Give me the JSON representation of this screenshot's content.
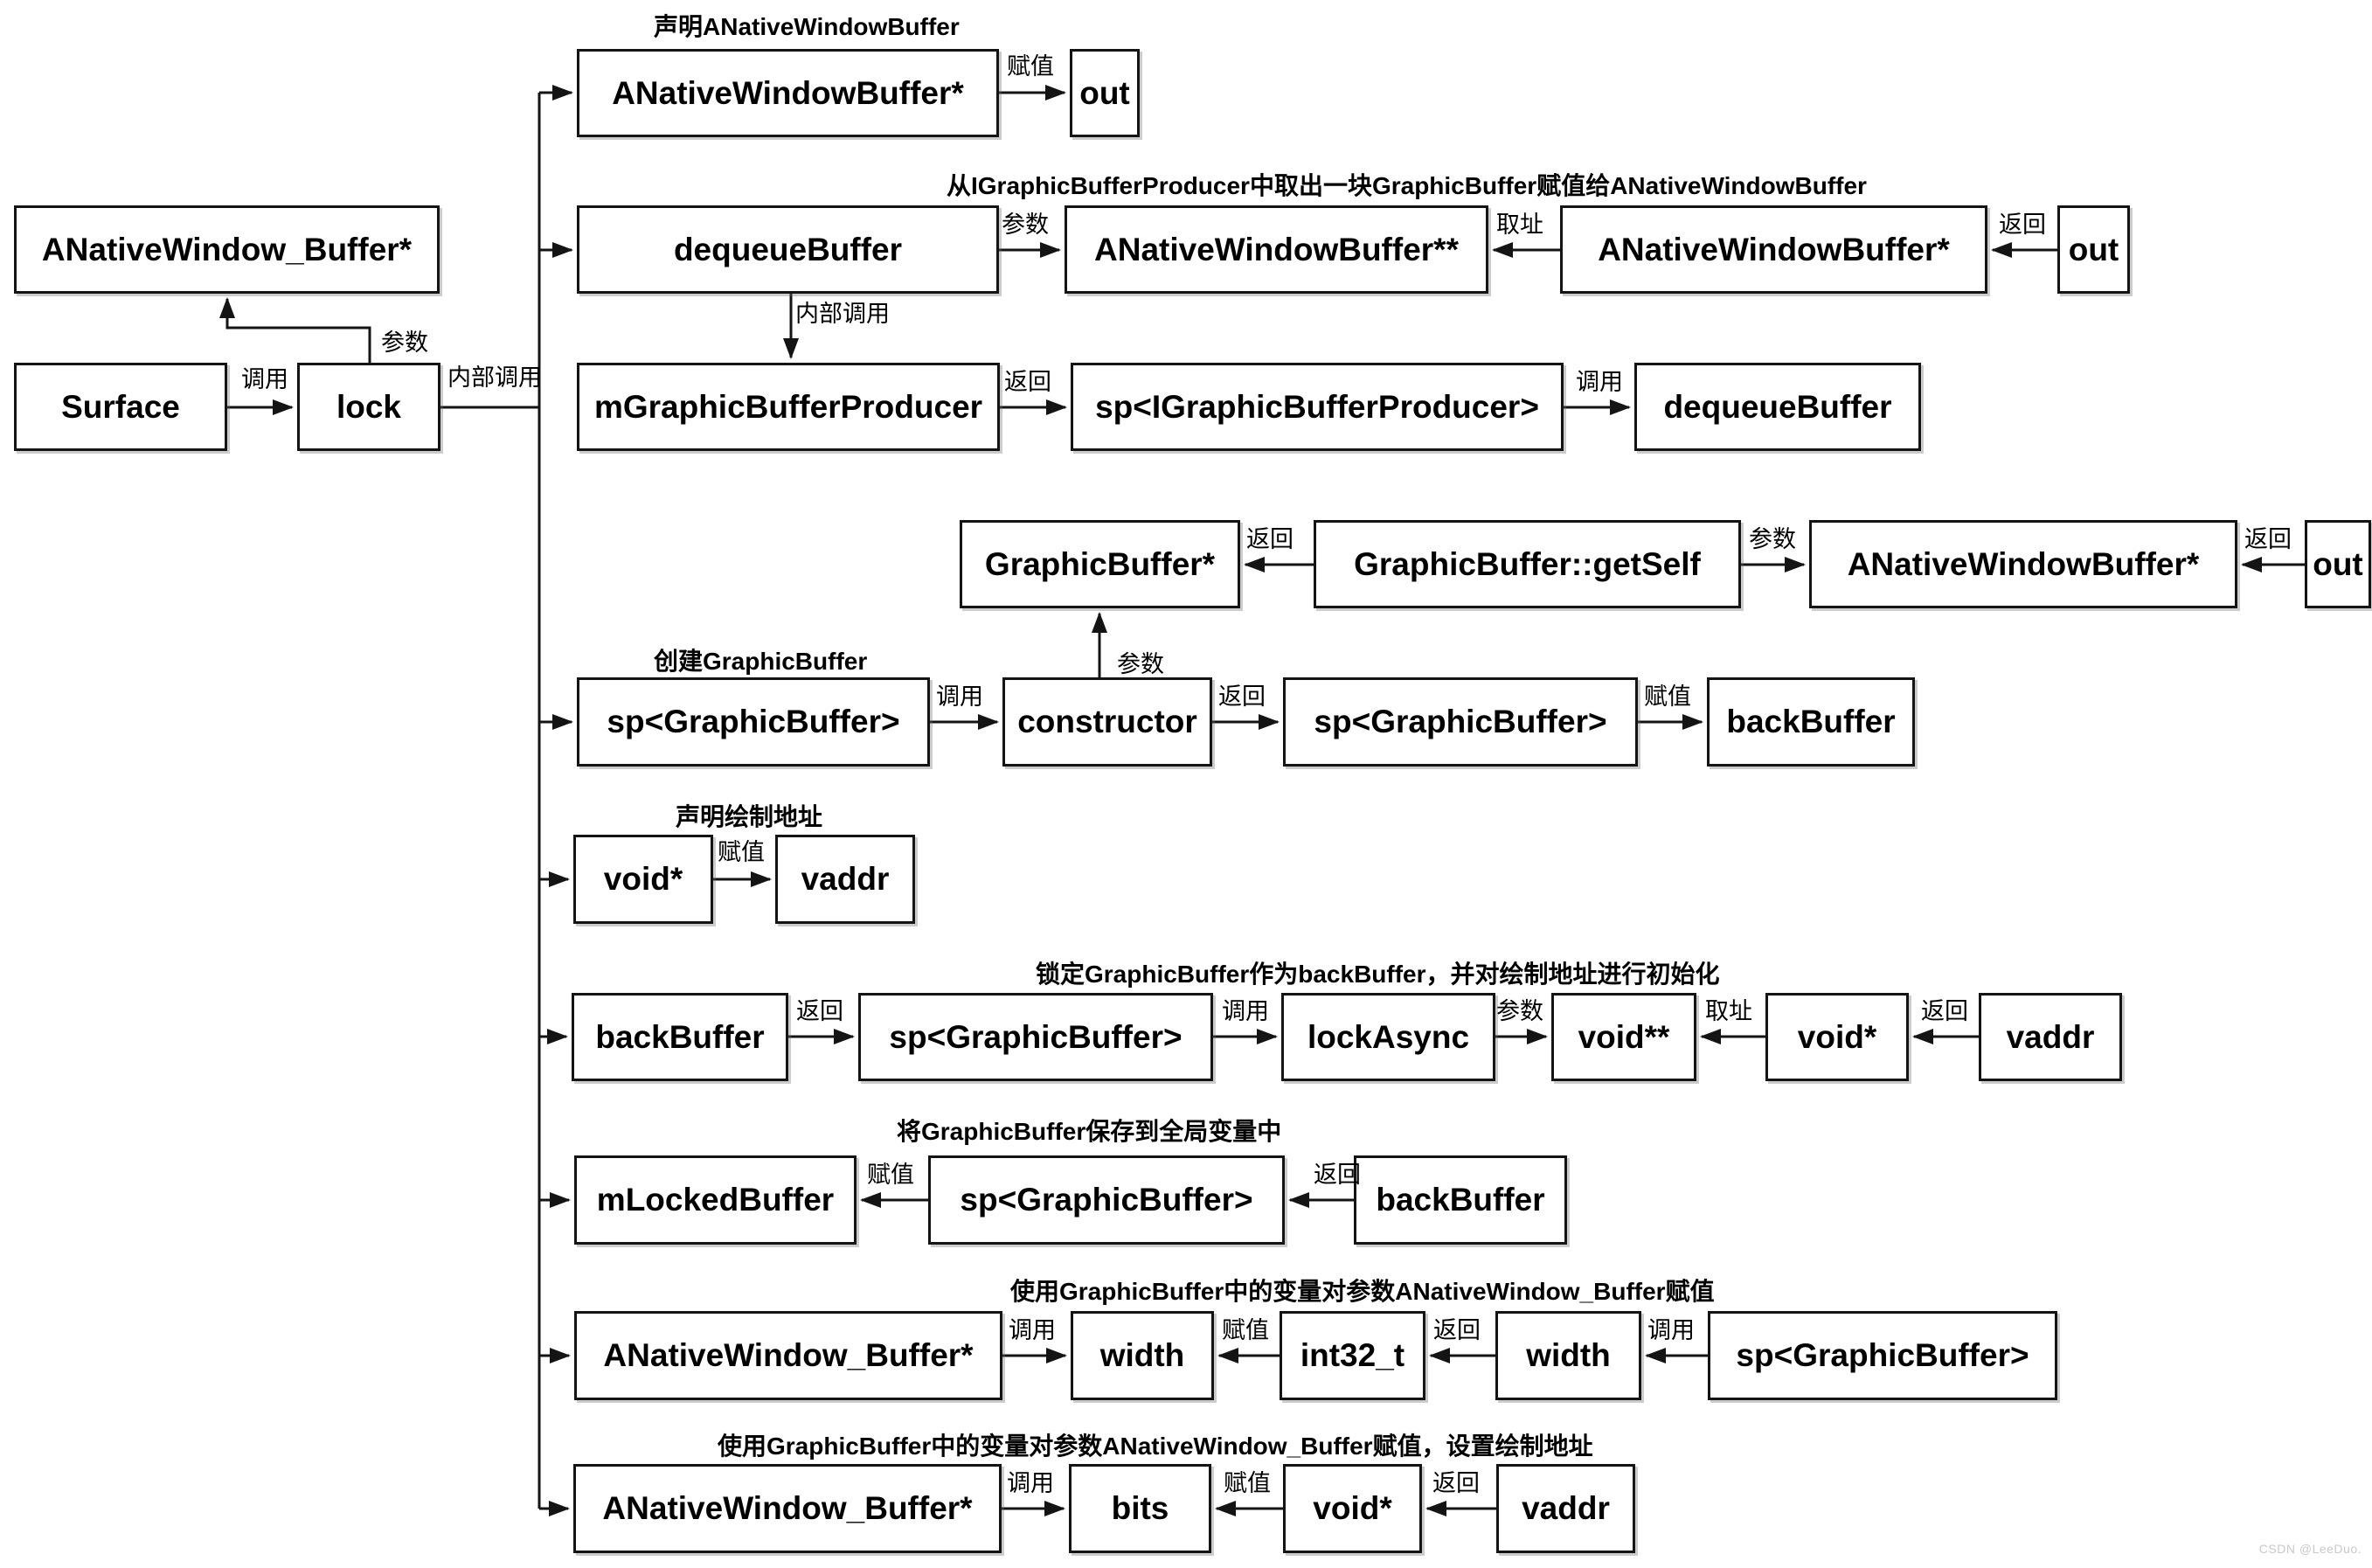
{
  "left": {
    "buffer_box": "ANativeWindow_Buffer*",
    "surface_box": "Surface",
    "lock_box": "lock",
    "call_label": "调用",
    "param_label": "参数",
    "internal_call_label": "内部调用"
  },
  "rows": [
    {
      "annotation": "声明ANativeWindowBuffer",
      "boxes": [
        "ANativeWindowBuffer*",
        "out"
      ],
      "labels": [
        "赋值"
      ]
    },
    {
      "annotation": "从IGraphicBufferProducer中取出一块GraphicBuffer赋值给ANativeWindowBuffer",
      "boxes": [
        "dequeueBuffer",
        "ANativeWindowBuffer**",
        "ANativeWindowBuffer*",
        "out"
      ],
      "labels": [
        "参数",
        "取址",
        "返回"
      ]
    },
    {
      "boxes": [
        "mGraphicBufferProducer",
        "sp<IGraphicBufferProducer>",
        "dequeueBuffer"
      ],
      "labels": [
        "内部调用",
        "返回",
        "调用"
      ]
    },
    {
      "boxes": [
        "GraphicBuffer*",
        "GraphicBuffer::getSelf",
        "ANativeWindowBuffer*",
        "out"
      ],
      "labels": [
        "返回",
        "参数",
        "返回"
      ]
    },
    {
      "annotation": "创建GraphicBuffer",
      "boxes": [
        "sp<GraphicBuffer>",
        "constructor",
        "sp<GraphicBuffer>",
        "backBuffer"
      ],
      "labels": [
        "调用",
        "返回",
        "赋值",
        "参数"
      ]
    },
    {
      "annotation": "声明绘制地址",
      "boxes": [
        "void*",
        "vaddr"
      ],
      "labels": [
        "赋值"
      ]
    },
    {
      "annotation": "锁定GraphicBuffer作为backBuffer，并对绘制地址进行初始化",
      "boxes": [
        "backBuffer",
        "sp<GraphicBuffer>",
        "lockAsync",
        "void**",
        "void*",
        "vaddr"
      ],
      "labels": [
        "返回",
        "调用",
        "参数",
        "取址",
        "返回"
      ]
    },
    {
      "annotation": "将GraphicBuffer保存到全局变量中",
      "boxes": [
        "mLockedBuffer",
        "sp<GraphicBuffer>",
        "backBuffer"
      ],
      "labels": [
        "赋值",
        "返回"
      ]
    },
    {
      "annotation": "使用GraphicBuffer中的变量对参数ANativeWindow_Buffer赋值",
      "boxes": [
        "ANativeWindow_Buffer*",
        "width",
        "int32_t",
        "width",
        "sp<GraphicBuffer>"
      ],
      "labels": [
        "调用",
        "赋值",
        "返回",
        "调用"
      ]
    },
    {
      "annotation": "使用GraphicBuffer中的变量对参数ANativeWindow_Buffer赋值，设置绘制地址",
      "boxes": [
        "ANativeWindow_Buffer*",
        "bits",
        "void*",
        "vaddr"
      ],
      "labels": [
        "调用",
        "赋值",
        "返回"
      ]
    }
  ],
  "watermark": "CSDN @LeeDuo."
}
